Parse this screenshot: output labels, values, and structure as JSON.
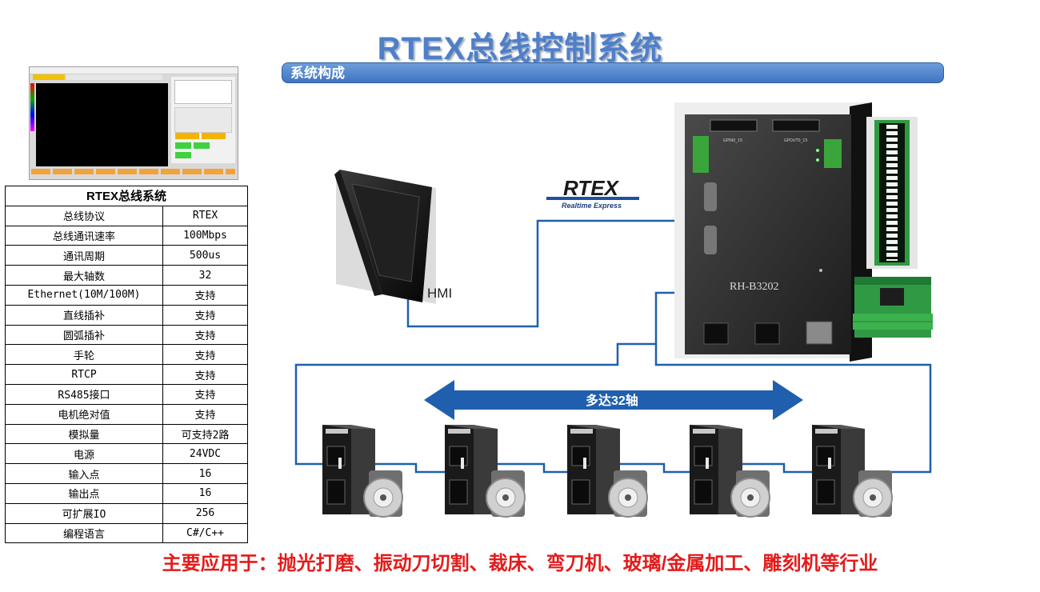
{
  "title": "RTEX总线控制系统",
  "section_label": "系统构成",
  "spec_table": {
    "header": "RTEX总线系统",
    "rows": [
      {
        "key": "总线协议",
        "value": "RTEX"
      },
      {
        "key": "总线通讯速率",
        "value": "100Mbps"
      },
      {
        "key": "通讯周期",
        "value": "500us"
      },
      {
        "key": "最大轴数",
        "value": "32"
      },
      {
        "key": "Ethernet(10M/100M)",
        "value": "支持"
      },
      {
        "key": "直线插补",
        "value": "支持"
      },
      {
        "key": "圆弧插补",
        "value": "支持"
      },
      {
        "key": "手轮",
        "value": "支持"
      },
      {
        "key": "RTCP",
        "value": "支持"
      },
      {
        "key": "RS485接口",
        "value": "支持"
      },
      {
        "key": "电机绝对值",
        "value": "支持"
      },
      {
        "key": "模拟量",
        "value": "可支持2路"
      },
      {
        "key": "电源",
        "value": "24VDC"
      },
      {
        "key": "输入点",
        "value": "16"
      },
      {
        "key": "输出点",
        "value": "16"
      },
      {
        "key": "可扩展IO",
        "value": "256"
      },
      {
        "key": "编程语言",
        "value": "C#/C++"
      }
    ]
  },
  "diagram": {
    "hmi_label": "HMI",
    "rtex_logo_text": "RTEX",
    "rtex_logo_sub": "Realtime Express",
    "controller_model": "RH-B3202",
    "axes_arrow_label": "多达32轴",
    "servo_count": 5
  },
  "bottom_note": "主要应用于：抛光打磨、振动刀切割、裁床、弯刀机、玻璃/金属加工、雕刻机等行业",
  "colors": {
    "title": "#4f7fc9",
    "bus_line": "#1f5fae",
    "arrow": "#1f5fae",
    "note": "#e41b1b"
  }
}
